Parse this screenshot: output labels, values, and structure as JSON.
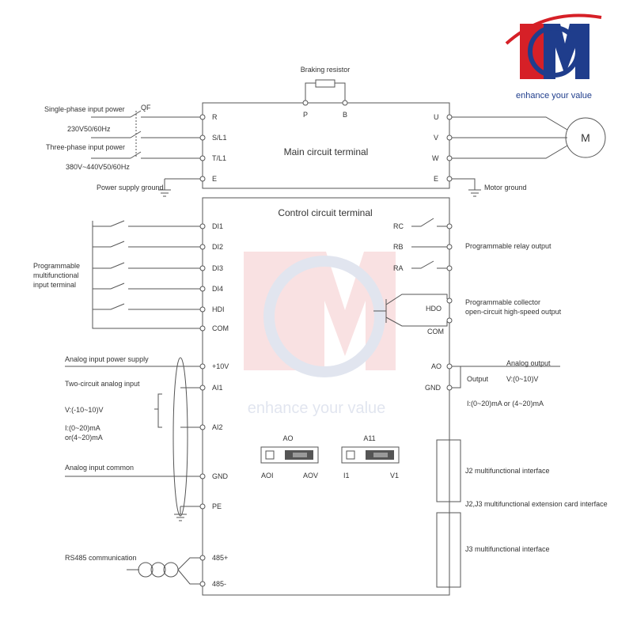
{
  "logo": {
    "letters": "PM",
    "tagline": "enhance your value",
    "colors": {
      "red": "#d62027",
      "blue": "#1f3d8c"
    }
  },
  "watermark": {
    "tagline": "enhance your value"
  },
  "top": {
    "braking_resistor": "Braking resistor",
    "p": "P",
    "b": "B",
    "main_circuit_terminal": "Main circuit terminal",
    "single_phase": "Single-phase input power",
    "single_phase_spec": "230V50/60Hz",
    "three_phase": "Three-phase input power",
    "three_phase_spec": "380V~440V50/60Hz",
    "qf": "QF",
    "power_ground": "Power supply ground",
    "motor_ground": "Motor ground",
    "motor": "M",
    "left_terminals": [
      "R",
      "S/L1",
      "T/L1",
      "E"
    ],
    "right_terminals": [
      "U",
      "V",
      "W",
      "E"
    ]
  },
  "control": {
    "title": "Control circuit terminal",
    "left_terminals": [
      "DI1",
      "DI2",
      "DI3",
      "DI4",
      "HDI",
      "COM",
      "+10V",
      "AI1",
      "AI2",
      "GND",
      "PE",
      "485+",
      "485-"
    ],
    "prog_input_lines": [
      "Programmable",
      "multifunctional",
      "input terminal"
    ],
    "analog_power": "Analog input power supply",
    "two_circuit": "Two-circuit analog input",
    "v_range": "V:(-10~10)V",
    "i_range_1": "I:(0~20)mA",
    "i_range_2": "or(4~20)mA",
    "analog_common": "Analog input common",
    "rs485": "RS485 communication",
    "relay_terms": [
      "RC",
      "RB",
      "RA"
    ],
    "relay_label": "Programmable relay output",
    "hdo": "HDO",
    "com_out": "COM",
    "collector_lines": [
      "Programmable collector",
      "open-circuit high-speed output"
    ],
    "ao": "AO",
    "gnd_out": "GND",
    "analog_output": "Analog output",
    "output": "Output",
    "ao_v": "V:(0~10)V",
    "ao_i": "I:(0~20)mA or (4~20)mA",
    "sw_ao": {
      "title": "AO",
      "left": "AOI",
      "right": "AOV"
    },
    "sw_ai": {
      "title": "A11",
      "left": "I1",
      "right": "V1"
    },
    "j2": "J2 multifunctional interface",
    "j2j3": "J2,J3 multifunctional extension card interface",
    "j3": "J3 multifunctional interface"
  }
}
